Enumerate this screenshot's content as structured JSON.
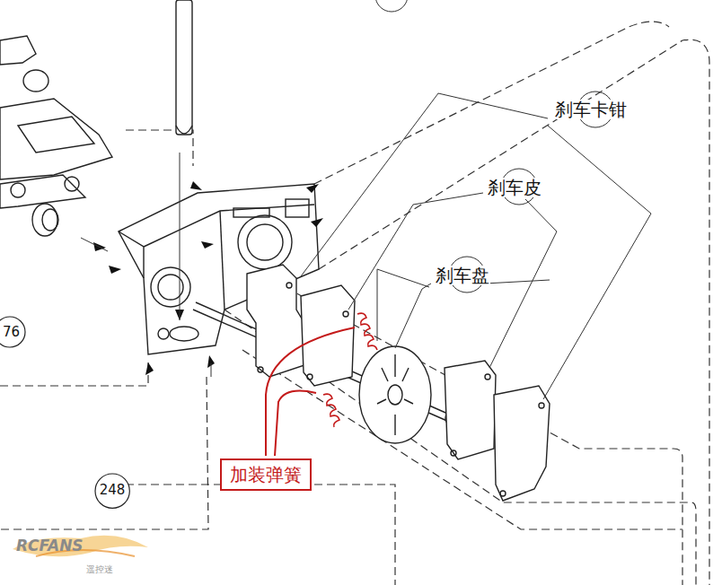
{
  "diagram": {
    "nodes": [
      {
        "text": [
          "76"
        ]
      },
      {
        "text": [
          "加装弹簧"
        ]
      },
      {
        "text": [
          "248"
        ]
      }
    ],
    "labels": [
      "刹车卡钳",
      "刹车皮",
      "刹车盘",
      "RCFANS",
      "遥控迷"
    ]
  }
}
